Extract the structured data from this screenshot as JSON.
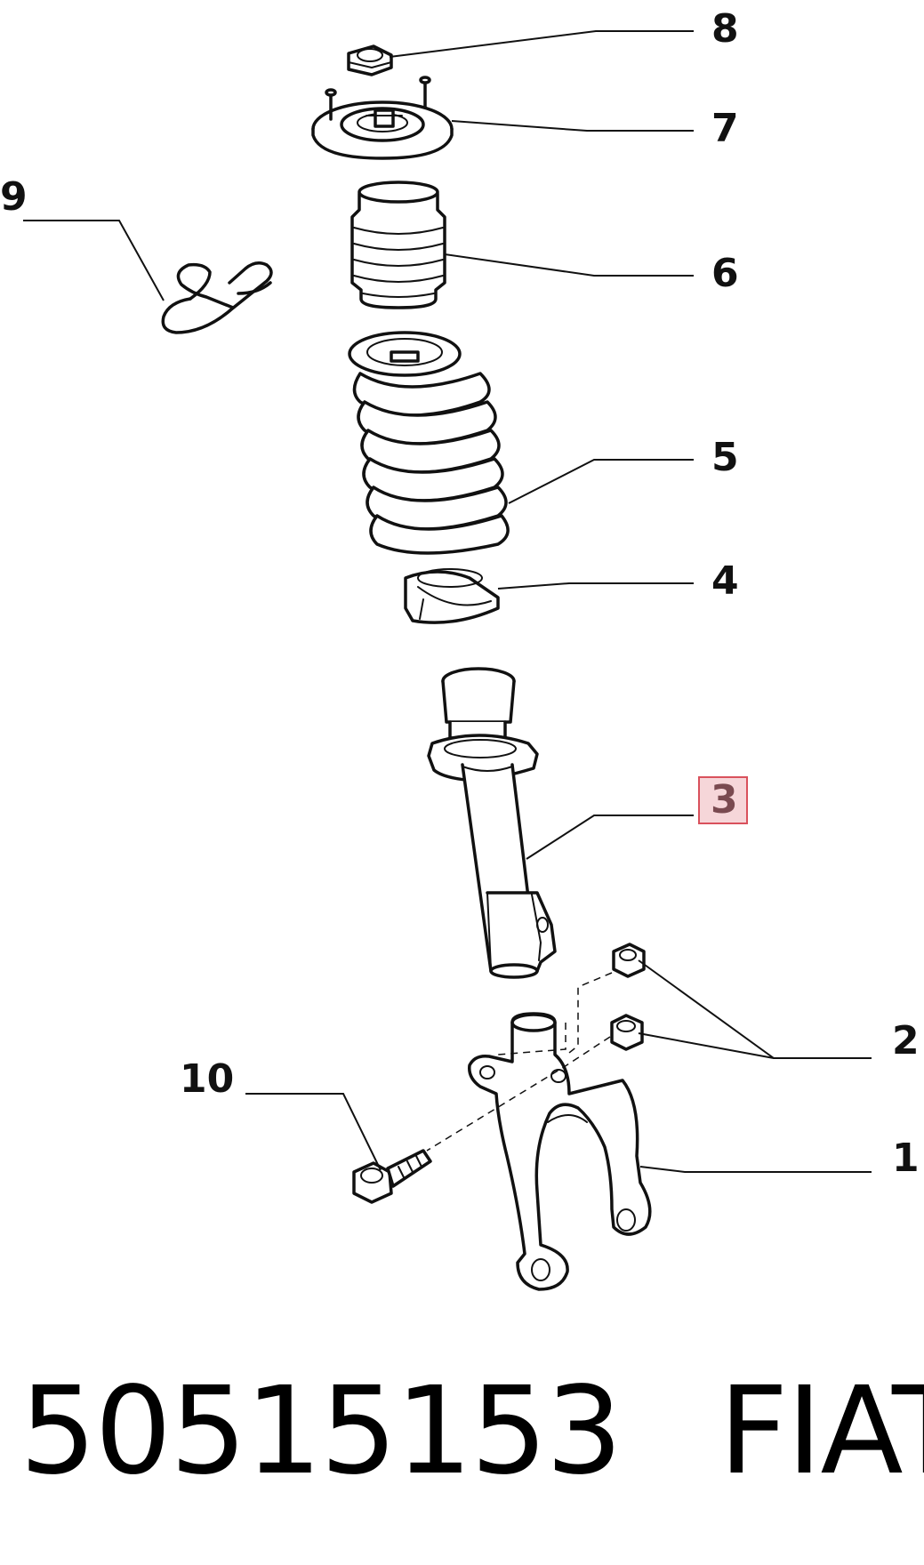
{
  "callouts": [
    {
      "id": "1",
      "label": "1"
    },
    {
      "id": "2",
      "label": "2"
    },
    {
      "id": "3",
      "label": "3",
      "highlighted": true
    },
    {
      "id": "4",
      "label": "4"
    },
    {
      "id": "5",
      "label": "5"
    },
    {
      "id": "6",
      "label": "6"
    },
    {
      "id": "7",
      "label": "7"
    },
    {
      "id": "8",
      "label": "8"
    },
    {
      "id": "9",
      "label": "9"
    },
    {
      "id": "10",
      "label": "10"
    }
  ],
  "footer": {
    "part_number": "50515153",
    "brand": "FIAT"
  },
  "colors": {
    "highlight_border": "#d9515c",
    "highlight_fill": "#f6d6d9",
    "highlight_text": "#7a4a50",
    "line": "#111111"
  }
}
